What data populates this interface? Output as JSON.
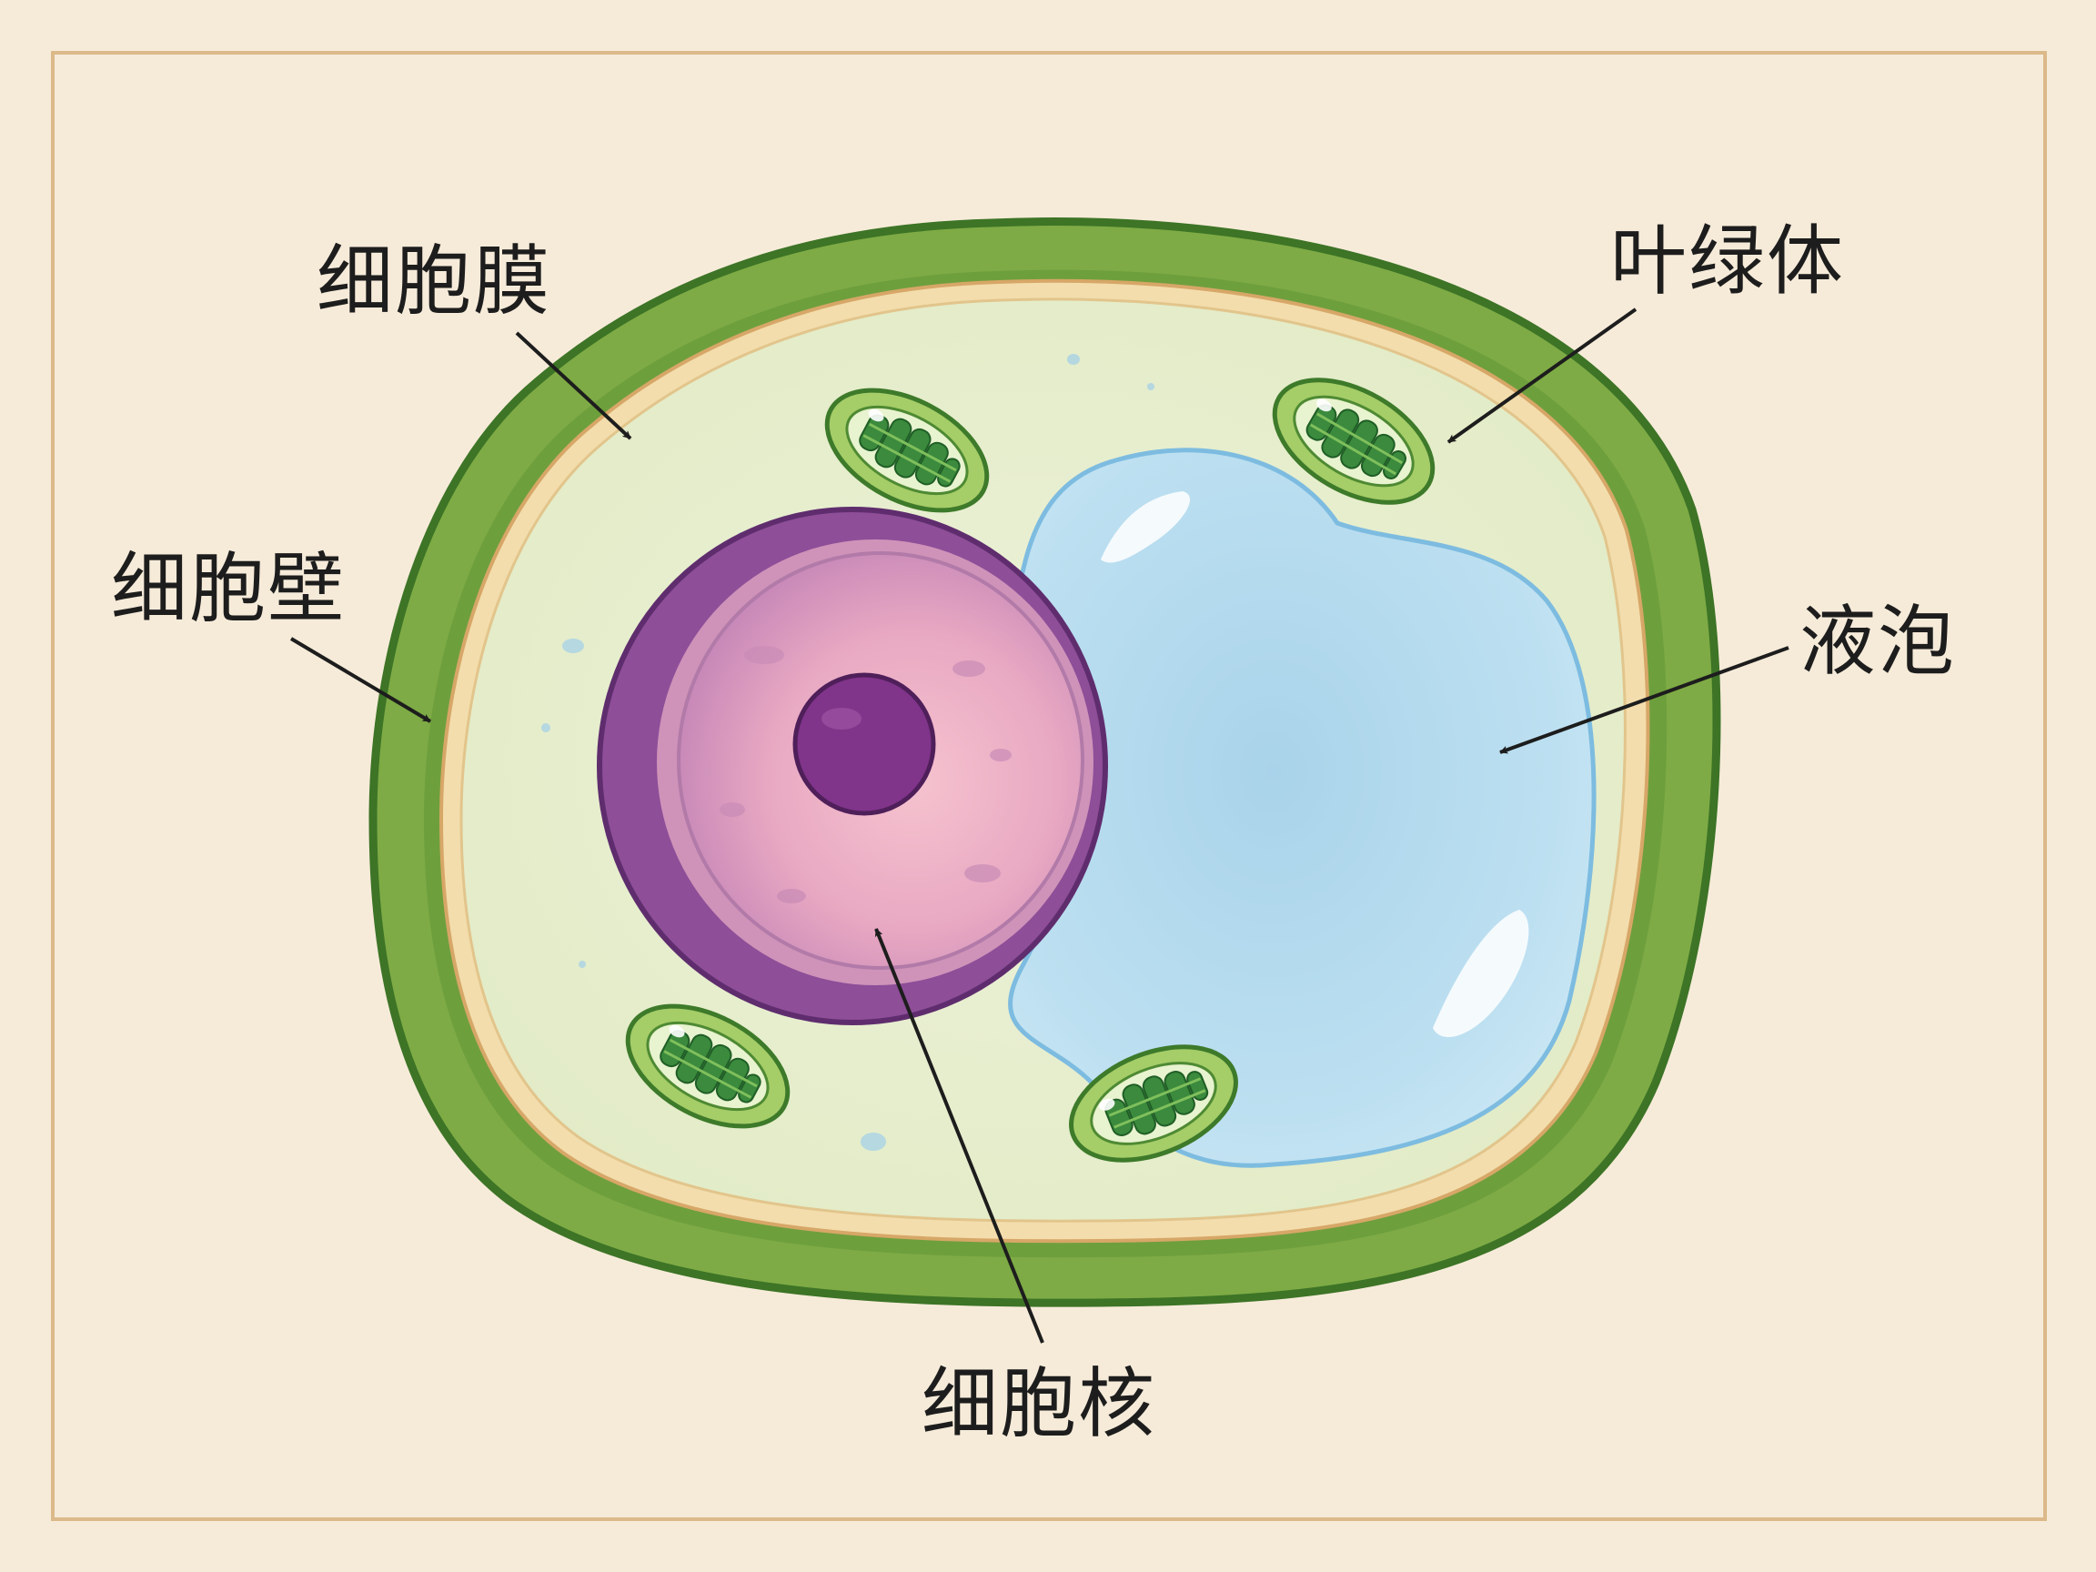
{
  "labels": {
    "cell_membrane": "细胞膜",
    "cell_wall": "细胞壁",
    "nucleus": "细胞核",
    "chloroplast": "叶绿体",
    "vacuole": "液泡"
  },
  "colors": {
    "background": "#f6ebd9",
    "frame": "#dcb98a",
    "cell_wall": "#79a33f",
    "cell_wall_outline": "#3d7426",
    "cytoplasm": "#e9efd2",
    "membrane": "#f4dcaa",
    "nucleus_envelope": "#8b4f97",
    "nucleoplasm": "#eeb2c6",
    "nucleolus": "#80348a",
    "vacuole": "#b8dcee",
    "vacuole_outline": "#7dbce0",
    "chloroplast_outer": "#9cc860",
    "chloroplast_inner": "#2f7d34",
    "arrow": "#1d1d1d"
  }
}
